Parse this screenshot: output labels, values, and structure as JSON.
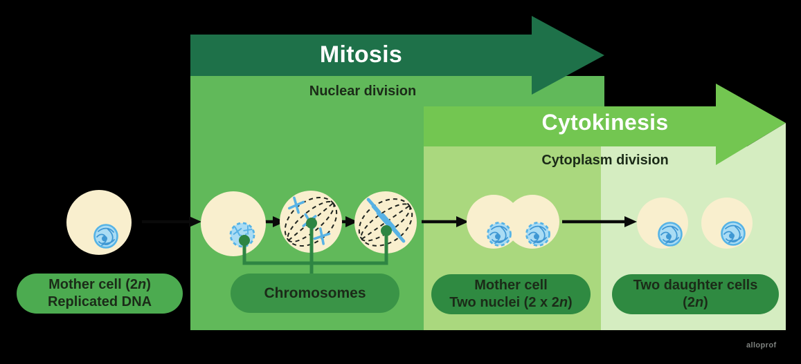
{
  "mitosis": {
    "title": "Mitosis",
    "subtitle": "Nuclear division"
  },
  "cytokinesis": {
    "title": "Cytokinesis",
    "subtitle": "Cytoplasm division"
  },
  "labels": {
    "mother_cell": {
      "line1_pre": "Mother cell (2",
      "line1_italic": "n",
      "line1_post": ")",
      "line2": "Replicated DNA"
    },
    "chromosomes": {
      "text": "Chromosomes"
    },
    "two_nuclei": {
      "line1": "Mother cell",
      "line2_pre": "Two nuclei (2 x 2",
      "line2_italic": "n",
      "line2_post": ")"
    },
    "daughter_cells": {
      "line1": "Two daughter cells",
      "line2_pre": "(2",
      "line2_italic": "n",
      "line2_post": ")"
    }
  },
  "watermark": "alloprof",
  "colors": {
    "mitosis_banner_green": "#1e7149",
    "mitosis_body_green": "#61b95a",
    "cytokinesis_banner_green": "#73c651",
    "cytokinesis_body_left_green": "#aad87e",
    "cytokinesis_body_right_green": "#d5edc1",
    "cell_cream": "#f9efce",
    "nucleus_fill_blue": "#aadcf4",
    "nucleus_border_blue": "#55b3e6",
    "chromosome_blue": "#58b2e5",
    "chromatin_blue": "#3e97d3",
    "connector_green": "#2e8543",
    "pill_light_green": "#4cab50",
    "pill_medium_green": "#3a9447",
    "pill_dark_green": "#2f8a41",
    "text_dark": "#1b2b18",
    "title_white": "#ffffff",
    "arrow_black": "#0a0a0a",
    "watermark_gray": "#7e827f"
  }
}
